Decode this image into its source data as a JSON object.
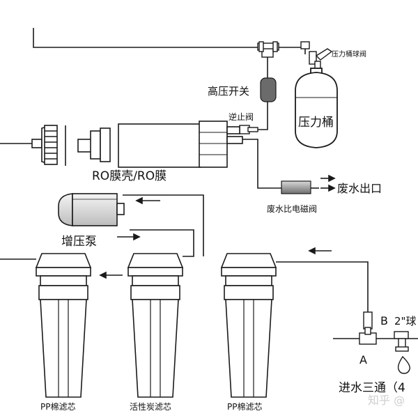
{
  "labels": {
    "pressure_tank_valve": "压力桶球阀",
    "high_pressure_switch": "高压开关",
    "pressure_tank": "压力桶",
    "check_valve": "逆止阀",
    "ro_housing": "RO膜壳/RO膜",
    "waste_outlet": "废水出口",
    "waste_solenoid": "废水比电磁阀",
    "booster_pump": "增压泵",
    "filter1": "PP棉滤芯",
    "filter2": "活性炭滤芯",
    "filter3": "PP棉滤芯",
    "inlet_tee": "进水三通（4",
    "ball_valve_2in": "2\"球",
    "marker_a": "A",
    "marker_b": "B",
    "watermark": "知乎 @"
  },
  "colors": {
    "line": "#1a1a1a",
    "valve_grey": "#6b6b6b",
    "watermark": "#cfcfcf"
  }
}
